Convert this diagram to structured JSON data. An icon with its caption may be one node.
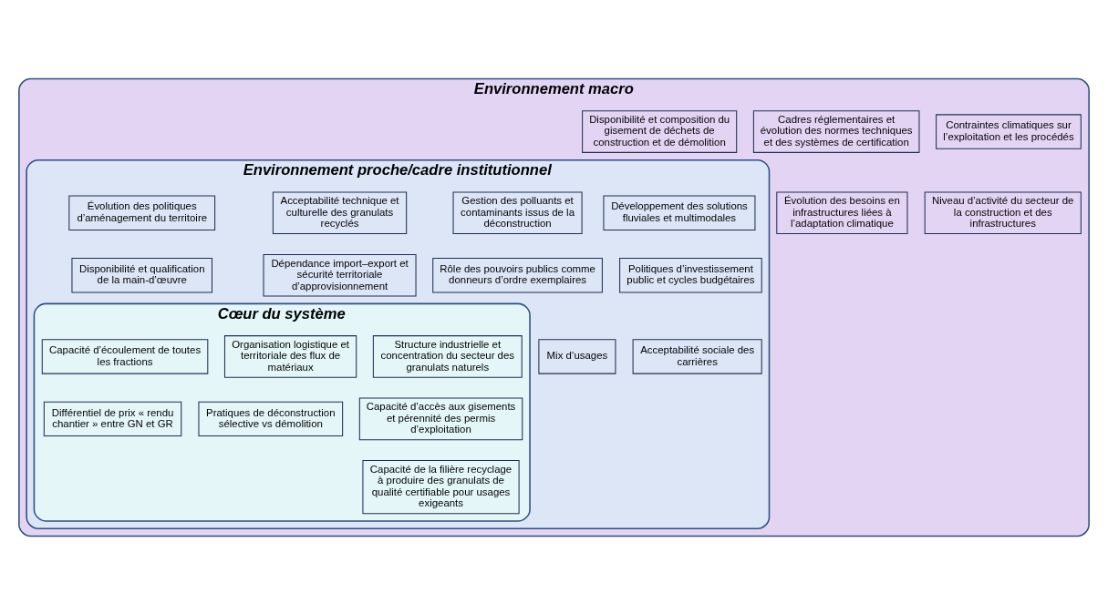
{
  "diagram": {
    "nodes": [
      {
        "text": [
          "Environnement macro"
        ]
      },
      {
        "text": [
          "Contraintes climatiques sur l’exploitation et les procédés"
        ],
        "in": 0
      },
      {
        "text": [
          "Cadres réglementaires et évolution des normes techniques et des systèmes de certification"
        ],
        "in": 0
      },
      {
        "text": [
          "Disponibilité et composition du gisement de déchets de construction et de démolition"
        ],
        "in": 0
      },
      {
        "text": [
          "Niveau d’activité du secteur de la construction et des infrastructures"
        ],
        "in": 0
      },
      {
        "text": [
          "Environnement proche/cadre institutionnel"
        ],
        "in": 0
      },
      {
        "text": [
          "Évolution des besoins en infrastructures liées à l’adaptation climatique"
        ],
        "in": 0
      },
      {
        "text": [
          "Développement des solutions fluviales et multimodales"
        ],
        "in": 5
      },
      {
        "text": [
          "Gestion des polluants et contaminants issus de la déconstruction"
        ],
        "in": 5
      },
      {
        "text": [
          "Acceptabilité technique et culturelle des granulats recyclés"
        ],
        "in": 5
      },
      {
        "text": [
          "Évolution des politiques d’aménagement du territoire"
        ],
        "in": 5
      },
      {
        "text": [
          "Politiques d’investissement public et cycles budgétaires"
        ],
        "in": 5
      },
      {
        "text": [
          "Rôle des pouvoirs publics comme donneurs d’ordre exemplaires"
        ],
        "in": 5
      },
      {
        "text": [
          "Dépendance import–export et sécurité territoriale d’approvisionnement"
        ],
        "in": 5
      },
      {
        "text": [
          "Cœur du système"
        ],
        "in": 5
      },
      {
        "text": [
          "Disponibilité et qualification de la main-d’œuvre"
        ],
        "in": 5
      },
      {
        "text": [
          "Acceptabilité sociale des carrières"
        ],
        "in": 5
      },
      {
        "text": [
          "Mix d’usages"
        ],
        "in": 5
      },
      {
        "text": [
          "Structure industrielle et concentration du secteur des granulats naturels"
        ],
        "in": 14
      },
      {
        "text": [
          "Organisation logistique et territoriale des flux de matériaux"
        ],
        "in": 14
      },
      {
        "text": [
          "Capacité d’écoulement de toutes les fractions"
        ],
        "in": 14
      },
      {
        "text": [
          "Capacité d’accès aux gisements et pérennité des permis d’exploitation"
        ],
        "in": 14
      },
      {
        "text": [
          "Pratiques de déconstruction sélective vs démolition"
        ],
        "in": 14
      },
      {
        "text": [
          "Différentiel de prix « rendu chantier » entre GN et GR"
        ],
        "in": 14
      },
      {
        "text": [
          "Capacité de la filière recyclage à produire des granulats de qualité certifiable pour usages exigeants"
        ],
        "in": 14
      }
    ],
    "edges": []
  }
}
